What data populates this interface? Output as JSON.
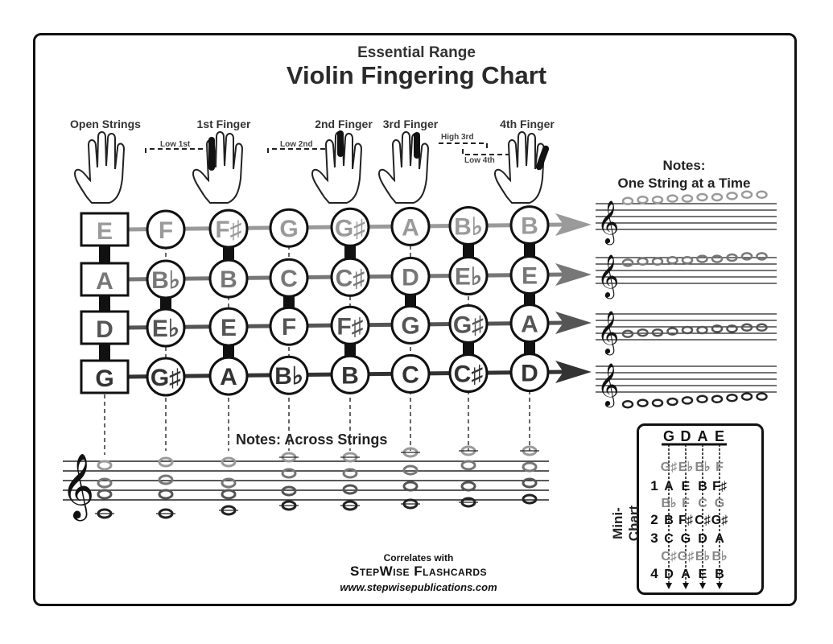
{
  "header": {
    "subtitle": "Essential Range",
    "title": "Violin Fingering Chart"
  },
  "finger_labels": [
    "Open Strings",
    "1st Finger",
    "2nd Finger",
    "3rd Finger",
    "4th Finger"
  ],
  "position_labels": {
    "low_1st": "Low 1st",
    "low_2nd": "Low 2nd",
    "high_3rd": "High 3rd",
    "low_4th": "Low 4th"
  },
  "fingerboard": {
    "strings": [
      {
        "name": "E",
        "color": "#9a9a9a",
        "notes": [
          "F",
          "F♯",
          "G",
          "G♯",
          "A",
          "B♭",
          "B"
        ]
      },
      {
        "name": "A",
        "color": "#777777",
        "notes": [
          "B♭",
          "B",
          "C",
          "C♯",
          "D",
          "E♭",
          "E"
        ]
      },
      {
        "name": "D",
        "color": "#555555",
        "notes": [
          "E♭",
          "E",
          "F",
          "F♯",
          "G",
          "G♯",
          "A"
        ]
      },
      {
        "name": "G",
        "color": "#333333",
        "notes": [
          "G♯",
          "A",
          "B♭",
          "B",
          "C",
          "C♯",
          "D"
        ]
      }
    ]
  },
  "notes_one_string": {
    "line1": "Notes:",
    "line2": "One String at a Time"
  },
  "notes_across": {
    "title": "Notes: Across Strings",
    "clef": "𝄞"
  },
  "footer": {
    "line1": "Correlates with",
    "line2": "StepWise Flashcards",
    "line3": "www.stepwisepublications.com"
  },
  "mini_chart": {
    "title": "Mini-Chart",
    "header": [
      "G",
      "D",
      "A",
      "E"
    ],
    "rows": [
      {
        "finger": "",
        "notes": [
          "G♯",
          "E♭",
          "B♭",
          "F"
        ],
        "shade": "light"
      },
      {
        "finger": "1",
        "notes": [
          "A",
          "E",
          "B",
          "F♯"
        ],
        "shade": "dark"
      },
      {
        "finger": "",
        "notes": [
          "B♭",
          "F",
          "C",
          "G"
        ],
        "shade": "light"
      },
      {
        "finger": "2",
        "notes": [
          "B",
          "F♯",
          "C♯",
          "G♯"
        ],
        "shade": "dark"
      },
      {
        "finger": "3",
        "notes": [
          "C",
          "G",
          "D",
          "A"
        ],
        "shade": "dark"
      },
      {
        "finger": "",
        "notes": [
          "C♯",
          "G♯",
          "E♭",
          "B♭"
        ],
        "shade": "light"
      },
      {
        "finger": "4",
        "notes": [
          "D",
          "A",
          "E",
          "B"
        ],
        "shade": "dark"
      }
    ]
  }
}
